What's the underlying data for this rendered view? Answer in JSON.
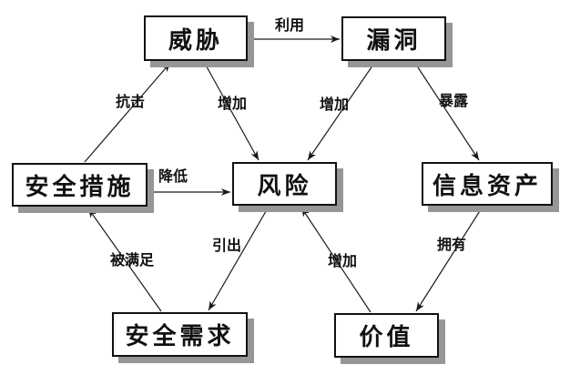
{
  "diagram": {
    "description": "Information security risk relationship diagram",
    "nodes": [
      {
        "id": "threat",
        "label": "威胁"
      },
      {
        "id": "vulnerability",
        "label": "漏洞"
      },
      {
        "id": "security-measures",
        "label": "安全措施"
      },
      {
        "id": "risk",
        "label": "风险"
      },
      {
        "id": "information-assets",
        "label": "信息资产"
      },
      {
        "id": "security-requirements",
        "label": "安全需求"
      },
      {
        "id": "value",
        "label": "价值"
      }
    ],
    "edges": [
      {
        "from": "threat",
        "to": "vulnerability",
        "label": "利用"
      },
      {
        "from": "security-measures",
        "to": "threat",
        "label": "抗击"
      },
      {
        "from": "threat",
        "to": "risk",
        "label": "增加"
      },
      {
        "from": "vulnerability",
        "to": "risk",
        "label": "增加"
      },
      {
        "from": "vulnerability",
        "to": "information-assets",
        "label": "暴露"
      },
      {
        "from": "security-measures",
        "to": "risk",
        "label": "降低"
      },
      {
        "from": "risk",
        "to": "security-requirements",
        "label": "引出"
      },
      {
        "from": "security-requirements",
        "to": "security-measures",
        "label": "被满足"
      },
      {
        "from": "value",
        "to": "risk",
        "label": "增加"
      },
      {
        "from": "information-assets",
        "to": "value",
        "label": "拥有"
      }
    ],
    "colors": {
      "line": "#1a1a1a",
      "box_border": "#111111",
      "box_fill": "#ffffff",
      "box_shadow": "#969696",
      "background": "#ffffff"
    }
  }
}
